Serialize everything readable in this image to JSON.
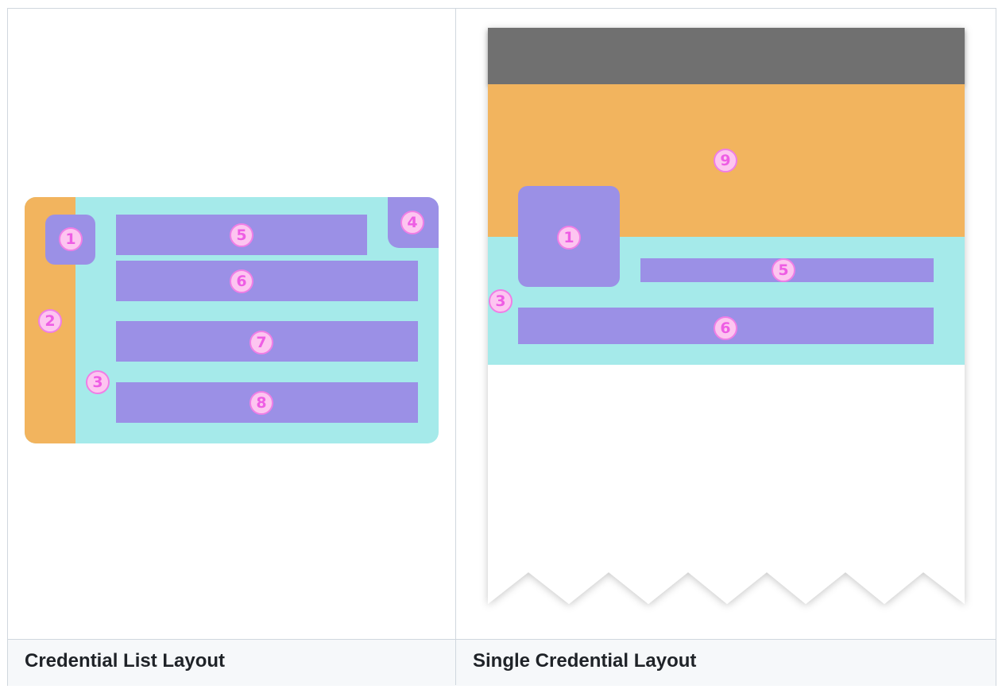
{
  "captions": {
    "list": "Credential List Layout",
    "single": "Single Credential Layout"
  },
  "colors": {
    "secondary_area": "#f2b45e",
    "primary_area": "#a5eaea",
    "element": "#9b90e6",
    "marker_fill": "#fdc5f0",
    "marker_text": "#ee5de4",
    "header_bar": "#707070"
  },
  "list_markers": [
    "1",
    "2",
    "3",
    "4",
    "5",
    "6",
    "7",
    "8"
  ],
  "single_markers": [
    "1",
    "3",
    "5",
    "6",
    "9"
  ]
}
